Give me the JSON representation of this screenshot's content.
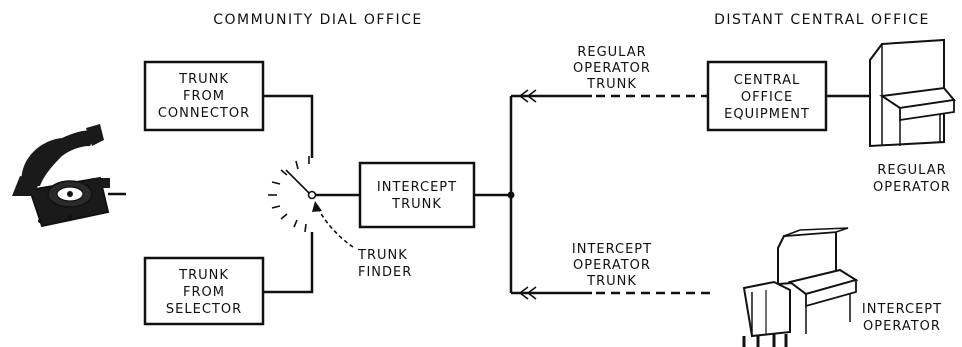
{
  "headers": {
    "community_office": "COMMUNITY DIAL OFFICE",
    "distant_office": "DISTANT CENTRAL OFFICE"
  },
  "boxes": {
    "trunk_from_connector": [
      "TRUNK",
      "FROM",
      "CONNECTOR"
    ],
    "trunk_from_selector": [
      "TRUNK",
      "FROM",
      "SELECTOR"
    ],
    "intercept_trunk": [
      "INTERCEPT",
      "TRUNK"
    ],
    "central_office_equipment": [
      "CENTRAL",
      "OFFICE",
      "EQUIPMENT"
    ]
  },
  "labels": {
    "trunk_finder": [
      "TRUNK",
      "FINDER"
    ],
    "regular_operator_trunk": [
      "REGULAR",
      "OPERATOR",
      "TRUNK"
    ],
    "intercept_operator_trunk": [
      "INTERCEPT",
      "OPERATOR",
      "TRUNK"
    ],
    "regular_operator": [
      "REGULAR",
      "OPERATOR"
    ],
    "intercept_operator": [
      "INTERCEPT",
      "OPERATOR"
    ]
  },
  "icons": [
    "telephone-icon",
    "regular-operator-console-icon",
    "intercept-operator-console-icon",
    "trunk-finder-switch-icon"
  ]
}
